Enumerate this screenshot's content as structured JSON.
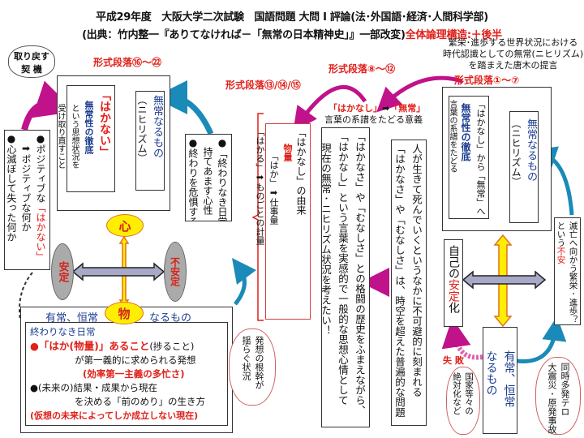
{
  "header": {
    "line1": "平成29年度　大阪大学二次試験　国語問題 大問 Ⅰ 評論(法･外国語･経済･人間科学部)",
    "line2": "(出典：竹内整一『ありてなければ－「無常の日本精神史」』一部改変)",
    "line2_red": "全体論理構造:＋後半"
  },
  "left": {
    "cloud": [
      "取り戻す",
      "契 機"
    ],
    "section": "形式段落⑯～㉒",
    "mujo_box": [
      "無常なるもの",
      "（ニヒリズム）"
    ],
    "hakanai_box": {
      "red": "「はかない」",
      "blue": "無常性の徹底",
      "t1": "という思想状況を",
      "t2": "受け取り直すこと"
    },
    "positive_box": {
      "l1a": "●ポジティブな",
      "l1b": "「はかない」",
      "l2": "　➡ポジティブな何か",
      "l3": "●心滅ぼして失った何か"
    },
    "owari_box": {
      "l1": "●「終わりなき日常」を",
      "l2": "　持てあます心性",
      "l3": "●終わりを危惧する心性"
    },
    "kokoro": "心",
    "mono": "物",
    "antei": "安定",
    "fuantei": "不安定",
    "bottom": {
      "header_a": "有常、恒常",
      "header_b": "なるもの",
      "title": "終わりなき日常",
      "b1_red": "●「はか(物量)」あること",
      "b1_rest": "(捗ること)",
      "b2": "が第一義的に求められる発想",
      "b3": "(効率第一主義の多忙さ)",
      "b4": "●(未来の)結果・成果から現在",
      "b5": "を決める「前のめり」の生き方",
      "b6": "(仮想の未来によってしか成立しない現在)"
    },
    "cloud2": [
      "発想の根幹が",
      "揺らぐ状況"
    ]
  },
  "middle": {
    "section_a": "形式段落⑬/⑭/⑮",
    "section_b": "形式段落⑧～⑫",
    "caption1_a": "「はかなし」",
    "caption1_arrow": "➡",
    "caption1_b": "「無常」",
    "caption2": "言葉の系譜をたどる意義",
    "origin_box": {
      "l1": "「はかなし」の由来",
      "label": "物量",
      "l2": "「はか」➡仕事量",
      "l3": "「はかる」➡ものごとの計量"
    },
    "center_box": [
      "「はかなさ」や「むなしさ」との格闘の歴史をふまえながら、",
      "「はかなし」という言葉を実感的で一般的な思想心情として",
      "現在の無常･ニヒリズム状況を考えたい！"
    ],
    "right_box": [
      "人が生きて死んでいくというなかに不可避的に刻まれる",
      "「はかなさ」や「むなしさ」は、時空を超えた普遍的な問題"
    ]
  },
  "right": {
    "intro": [
      "繁栄･進歩する世界状況における",
      "時代認識としての無常(ニヒリズム)",
      "を踏まえた唐木の提言"
    ],
    "section": "形式段落①～⑦",
    "mujo_box": [
      "無常なるもの",
      "（ニヒリズム）"
    ],
    "tettei_box": {
      "blue": "無常性の徹底",
      "t1": "「はかなし」から「無常」へ",
      "t2": "言葉の系譜をたどる"
    },
    "metsubo_box": {
      "a": "滅亡へ向かう繁栄･進歩？",
      "b": "という",
      "c": "不安"
    },
    "jiko_box": {
      "a": "自己の",
      "b": "安定",
      "c": "化"
    },
    "yujo_box": [
      "有常、恒常",
      "なるもの"
    ],
    "failure": "失 敗",
    "cloud_left": [
      "国家等々の",
      "絶対化など"
    ],
    "cloud_right": [
      "同時多発テロ",
      "大震災･原発事故"
    ]
  },
  "colors": {
    "red": "#e0201a",
    "blue": "#1c3d8f",
    "magenta": "#c0128a",
    "teal": "#1a8ab8",
    "yellow": "#ffee00",
    "gray": "#a8a8b8"
  }
}
